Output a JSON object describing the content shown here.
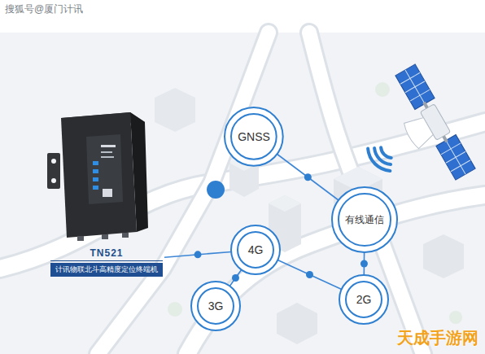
{
  "diagram": {
    "nodes": [
      {
        "text": [
          "GNSS"
        ]
      },
      {
        "text": [
          "有线通信"
        ]
      },
      {
        "text": [
          "4G"
        ]
      },
      {
        "text": [
          "TN521",
          "计讯物联北斗高精度定位终端机"
        ]
      },
      {
        "text": [
          "3G"
        ]
      },
      {
        "text": [
          "2G"
        ]
      }
    ],
    "edges": [
      {
        "from": 0,
        "to": 1,
        "arrow": "none"
      },
      {
        "from": 1,
        "to": 5,
        "arrow": "none"
      },
      {
        "from": 2,
        "to": 5,
        "arrow": "none"
      },
      {
        "from": 2,
        "to": 4,
        "arrow": "none"
      },
      {
        "from": 3,
        "to": 2,
        "arrow": "none"
      }
    ],
    "labels": [
      "搜狐号@厦门计讯",
      "天成手游网"
    ]
  }
}
